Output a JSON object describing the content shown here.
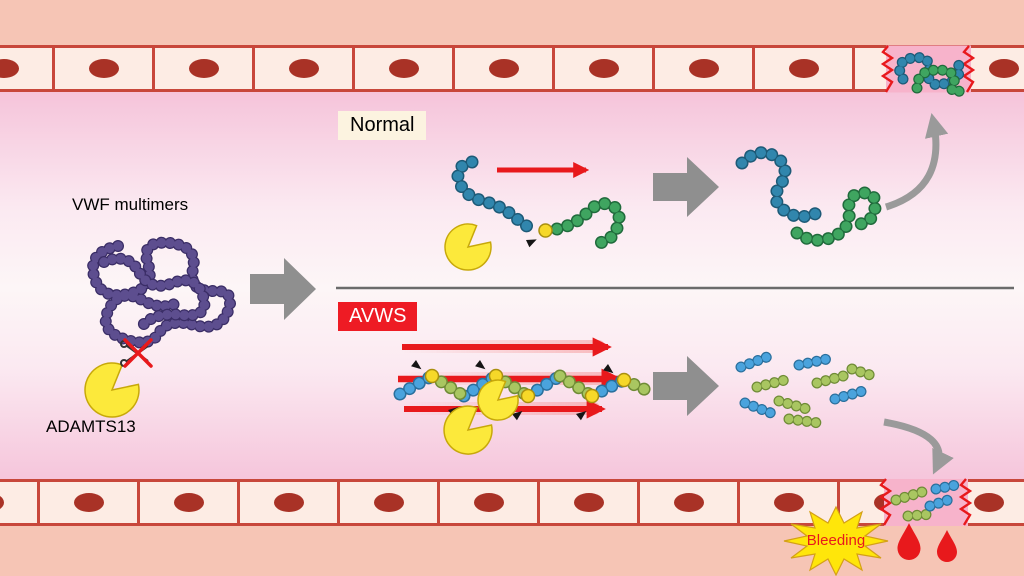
{
  "diagram": {
    "labels": {
      "vwf_multimers": "VWF multimers",
      "adamts13": "ADAMTS13",
      "normal": "Normal",
      "avws": "AVWS",
      "bleeding": "Bleeding"
    },
    "colors": {
      "vessel_wall_cell": "#fdece4",
      "cell_border": "#c8473b",
      "nucleus": "#a93226",
      "outside_vessel": "#f6c5b5",
      "plasma_pink": "#ee9cc4",
      "vwf_multimer_purple": "#5d4e8f",
      "chain_teal": "#3186ad",
      "chain_green": "#3fa560",
      "chain_blue": "#4aa3dd",
      "chain_light_green": "#a9c661",
      "cleavage_site_yellow": "#f6d829",
      "adamts13_yellow": "#fce93b",
      "shear_arrow_red": "#e8191c",
      "flow_arrow_gray": "#8f8f8f",
      "wound_pink": "#f7b3cb",
      "blood_red": "#e8191c",
      "bleeding_star_yellow": "#ffe60a",
      "normal_label_bg": "#fcf3e0",
      "avws_label_bg": "#ee1b24"
    }
  }
}
